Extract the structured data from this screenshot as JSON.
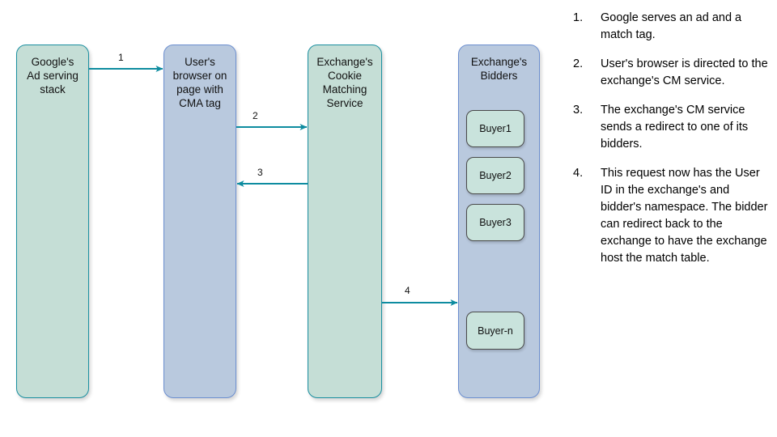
{
  "diagram": {
    "nodes": [
      {
        "id": "google-ad-serving-stack",
        "label": "Google's\nAd serving\nstack",
        "style": "green"
      },
      {
        "id": "user-browser",
        "label": "User's\nbrowser on\npage with\nCMA tag",
        "style": "blue"
      },
      {
        "id": "exchange-cookie-matching-service",
        "label": "Exchange's\nCookie\nMatching\nService",
        "style": "green"
      },
      {
        "id": "exchange-bidders",
        "label": "Exchange's\nBidders",
        "style": "blue"
      }
    ],
    "bidders": [
      {
        "label": "Buyer1"
      },
      {
        "label": "Buyer2"
      },
      {
        "label": "Buyer3"
      },
      {
        "label": "Buyer-n"
      }
    ],
    "arrows": [
      {
        "label": "1",
        "from": "google-ad-serving-stack",
        "to": "user-browser",
        "direction": "right"
      },
      {
        "label": "2",
        "from": "user-browser",
        "to": "exchange-cookie-matching-service",
        "direction": "right"
      },
      {
        "label": "3",
        "from": "exchange-cookie-matching-service",
        "to": "user-browser",
        "direction": "left"
      },
      {
        "label": "4",
        "from": "exchange-cookie-matching-service",
        "to": "exchange-bidders",
        "direction": "right"
      }
    ],
    "colors": {
      "green_fill": "#c5ded6",
      "green_stroke": "#1a8fa0",
      "blue_fill": "#b9c9de",
      "blue_stroke": "#6c8fd0",
      "chip_fill": "#c9e3dc",
      "chip_stroke": "#4a4a4a",
      "arrow": "#0e8ca0",
      "text": "#000000",
      "background": "#ffffff"
    }
  },
  "steps": [
    {
      "num": "1.",
      "text": "Google serves an ad and a match tag."
    },
    {
      "num": "2.",
      "text": "User's browser is directed to the exchange's CM service."
    },
    {
      "num": "3.",
      "text": "The exchange's CM service sends a redirect to one of its bidders."
    },
    {
      "num": "4.",
      "text": "This request now has the User ID in the exchange's and bidder's namespace. The bidder can redirect back to the exchange to have the exchange host the match table."
    }
  ]
}
